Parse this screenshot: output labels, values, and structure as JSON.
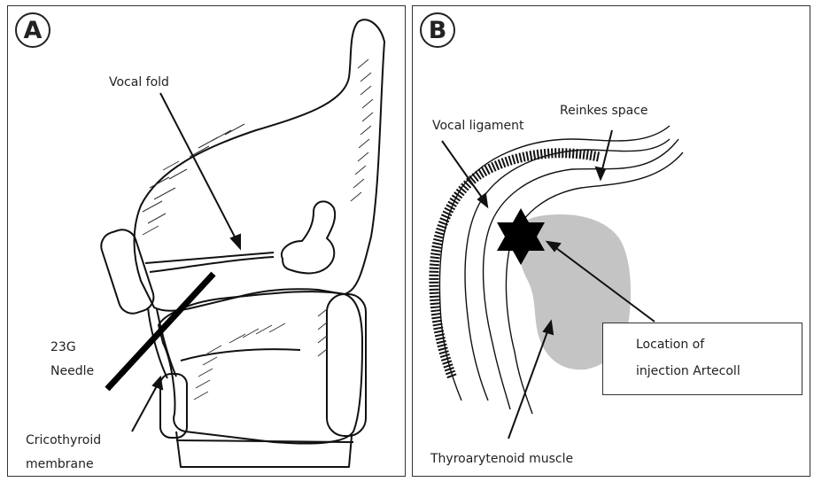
{
  "panel_a": {
    "badge": "A",
    "labels": {
      "vocal_fold": "Vocal fold",
      "needle_line1": "23G",
      "needle_line2": "Needle",
      "membrane_line1": "Cricothyroid",
      "membrane_line2": "membrane"
    }
  },
  "panel_b": {
    "badge": "B",
    "labels": {
      "vocal_ligament": "Vocal ligament",
      "reinkes_space": "Reinkes space",
      "injection_line1": "Location of",
      "injection_line2": "injection Artecoll",
      "muscle": "Thyroarytenoid muscle"
    }
  },
  "colors": {
    "line": "#111111",
    "muscle_fill": "#c4c4c4",
    "needle": "#000000"
  }
}
